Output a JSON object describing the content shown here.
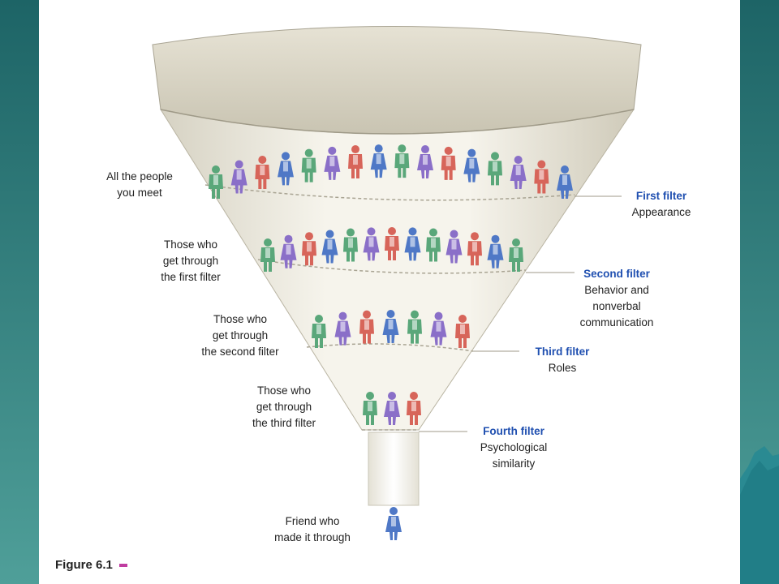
{
  "labels_left": [
    {
      "id": "all",
      "lines": [
        "All the people",
        "you meet"
      ]
    },
    {
      "id": "first",
      "lines": [
        "Those who",
        "get through",
        "the first filter"
      ]
    },
    {
      "id": "second",
      "lines": [
        "Those who",
        "get through",
        "the second filter"
      ]
    },
    {
      "id": "third",
      "lines": [
        "Those who",
        "get through",
        "the third filter"
      ]
    },
    {
      "id": "friend",
      "lines": [
        "Friend who",
        "made it through"
      ]
    }
  ],
  "filters": [
    {
      "name": "First filter",
      "desc": [
        "Appearance"
      ]
    },
    {
      "name": "Second filter",
      "desc": [
        "Behavior and",
        "nonverbal",
        "communication"
      ]
    },
    {
      "name": "Third filter",
      "desc": [
        "Roles"
      ]
    },
    {
      "name": "Fourth filter",
      "desc": [
        "Psychological",
        "similarity"
      ]
    }
  ],
  "figure_caption": "Figure 6.1",
  "colors": {
    "person_green": "#5aa77a",
    "person_purple": "#8a6fc8",
    "person_red": "#d7655a",
    "person_blue": "#4f78c6",
    "filter_label": "#1f4fb0",
    "funnel": "#eeebe0",
    "accent_mark": "#c03da0"
  }
}
